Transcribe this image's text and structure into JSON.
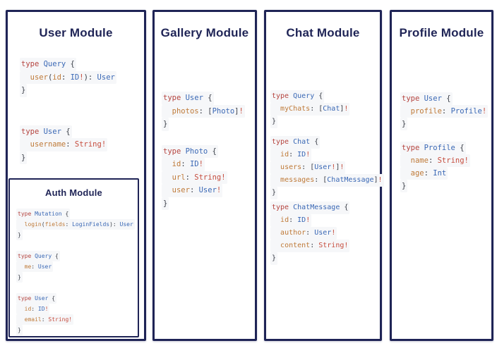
{
  "colors": {
    "background": "#ffffff",
    "border": "#1f2456",
    "title": "#1f2456",
    "keyword": "#b5443f",
    "typename": "#3a68b5",
    "field": "#bf7a38",
    "scalar": "#c64d3e",
    "bang": "#c64d3e",
    "punct": "#3c4049",
    "line_bg": "#f6f7f9"
  },
  "modules": [
    {
      "id": "user",
      "title": "User Module",
      "blocks": [
        [
          [
            [
              "k",
              "type "
            ],
            [
              "n",
              "Query "
            ],
            [
              "p",
              "{"
            ]
          ],
          [
            [
              "p",
              "  "
            ],
            [
              "f",
              "user"
            ],
            [
              "p",
              "("
            ],
            [
              "f",
              "id"
            ],
            [
              "p",
              ": "
            ],
            [
              "n",
              "ID"
            ],
            [
              "b",
              "!"
            ],
            [
              "p",
              "): "
            ],
            [
              "n",
              "User"
            ]
          ],
          [
            [
              "p",
              "}"
            ]
          ]
        ],
        [
          [
            [
              "k",
              "type "
            ],
            [
              "n",
              "User "
            ],
            [
              "p",
              "{"
            ]
          ],
          [
            [
              "p",
              "  "
            ],
            [
              "f",
              "username"
            ],
            [
              "p",
              ": "
            ],
            [
              "s",
              "String"
            ],
            [
              "b",
              "!"
            ]
          ],
          [
            [
              "p",
              "}"
            ]
          ]
        ]
      ],
      "submodule": {
        "id": "auth",
        "title": "Auth Module",
        "blocks": [
          [
            [
              [
                "k",
                "type "
              ],
              [
                "n",
                "Mutation "
              ],
              [
                "p",
                "{"
              ]
            ],
            [
              [
                "p",
                "  "
              ],
              [
                "f",
                "login"
              ],
              [
                "p",
                "("
              ],
              [
                "f",
                "fields"
              ],
              [
                "p",
                ": "
              ],
              [
                "n",
                "LoginFields"
              ],
              [
                "p",
                "): "
              ],
              [
                "n",
                "User"
              ]
            ],
            [
              [
                "p",
                "}"
              ]
            ]
          ],
          [
            [
              [
                "k",
                "type "
              ],
              [
                "n",
                "Query "
              ],
              [
                "p",
                "{"
              ]
            ],
            [
              [
                "p",
                "  "
              ],
              [
                "f",
                "me"
              ],
              [
                "p",
                ": "
              ],
              [
                "n",
                "User"
              ]
            ],
            [
              [
                "p",
                "}"
              ]
            ]
          ],
          [
            [
              [
                "k",
                "type "
              ],
              [
                "n",
                "User "
              ],
              [
                "p",
                "{"
              ]
            ],
            [
              [
                "p",
                "  "
              ],
              [
                "f",
                "id"
              ],
              [
                "p",
                ": "
              ],
              [
                "n",
                "ID"
              ],
              [
                "b",
                "!"
              ]
            ],
            [
              [
                "p",
                "  "
              ],
              [
                "f",
                "email"
              ],
              [
                "p",
                ": "
              ],
              [
                "s",
                "String"
              ],
              [
                "b",
                "!"
              ]
            ],
            [
              [
                "p",
                "}"
              ]
            ]
          ]
        ]
      }
    },
    {
      "id": "gallery",
      "title": "Gallery Module",
      "blocks": [
        [
          [
            [
              "k",
              "type "
            ],
            [
              "n",
              "User "
            ],
            [
              "p",
              "{"
            ]
          ],
          [
            [
              "p",
              "  "
            ],
            [
              "f",
              "photos"
            ],
            [
              "p",
              ": ["
            ],
            [
              "n",
              "Photo"
            ],
            [
              "p",
              "]"
            ],
            [
              "b",
              "!"
            ]
          ],
          [
            [
              "p",
              "}"
            ]
          ]
        ],
        [
          [
            [
              "k",
              "type "
            ],
            [
              "n",
              "Photo "
            ],
            [
              "p",
              "{"
            ]
          ],
          [
            [
              "p",
              "  "
            ],
            [
              "f",
              "id"
            ],
            [
              "p",
              ": "
            ],
            [
              "n",
              "ID"
            ],
            [
              "b",
              "!"
            ]
          ],
          [
            [
              "p",
              "  "
            ],
            [
              "f",
              "url"
            ],
            [
              "p",
              ": "
            ],
            [
              "s",
              "String"
            ],
            [
              "b",
              "!"
            ]
          ],
          [
            [
              "p",
              "  "
            ],
            [
              "f",
              "user"
            ],
            [
              "p",
              ": "
            ],
            [
              "n",
              "User"
            ],
            [
              "b",
              "!"
            ]
          ],
          [
            [
              "p",
              "}"
            ]
          ]
        ]
      ]
    },
    {
      "id": "chat",
      "title": "Chat Module",
      "blocks": [
        [
          [
            [
              "k",
              "type "
            ],
            [
              "n",
              "Query "
            ],
            [
              "p",
              "{"
            ]
          ],
          [
            [
              "p",
              "  "
            ],
            [
              "f",
              "myChats"
            ],
            [
              "p",
              ": ["
            ],
            [
              "n",
              "Chat"
            ],
            [
              "p",
              "]"
            ],
            [
              "b",
              "!"
            ]
          ],
          [
            [
              "p",
              "}"
            ]
          ]
        ],
        [
          [
            [
              "k",
              "type "
            ],
            [
              "n",
              "Chat "
            ],
            [
              "p",
              "{"
            ]
          ],
          [
            [
              "p",
              "  "
            ],
            [
              "f",
              "id"
            ],
            [
              "p",
              ": "
            ],
            [
              "n",
              "ID"
            ],
            [
              "b",
              "!"
            ]
          ],
          [
            [
              "p",
              "  "
            ],
            [
              "f",
              "users"
            ],
            [
              "p",
              ": ["
            ],
            [
              "n",
              "User"
            ],
            [
              "b",
              "!"
            ],
            [
              "p",
              "]"
            ],
            [
              "b",
              "!"
            ]
          ],
          [
            [
              "p",
              "  "
            ],
            [
              "f",
              "messages"
            ],
            [
              "p",
              ": ["
            ],
            [
              "n",
              "ChatMessage"
            ],
            [
              "p",
              "]"
            ],
            [
              "b",
              "!"
            ]
          ],
          [
            [
              "p",
              "}"
            ]
          ]
        ],
        [
          [
            [
              "k",
              "type "
            ],
            [
              "n",
              "ChatMessage "
            ],
            [
              "p",
              "{"
            ]
          ],
          [
            [
              "p",
              "  "
            ],
            [
              "f",
              "id"
            ],
            [
              "p",
              ": "
            ],
            [
              "n",
              "ID"
            ],
            [
              "b",
              "!"
            ]
          ],
          [
            [
              "p",
              "  "
            ],
            [
              "f",
              "author"
            ],
            [
              "p",
              ": "
            ],
            [
              "n",
              "User"
            ],
            [
              "b",
              "!"
            ]
          ],
          [
            [
              "p",
              "  "
            ],
            [
              "f",
              "content"
            ],
            [
              "p",
              ": "
            ],
            [
              "s",
              "String"
            ],
            [
              "b",
              "!"
            ]
          ],
          [
            [
              "p",
              "}"
            ]
          ]
        ]
      ]
    },
    {
      "id": "profile",
      "title": "Profile Module",
      "blocks": [
        [
          [
            [
              "k",
              "type "
            ],
            [
              "n",
              "User "
            ],
            [
              "p",
              "{"
            ]
          ],
          [
            [
              "p",
              "  "
            ],
            [
              "f",
              "profile"
            ],
            [
              "p",
              ": "
            ],
            [
              "n",
              "Profile"
            ],
            [
              "b",
              "!"
            ]
          ],
          [
            [
              "p",
              "}"
            ]
          ]
        ],
        [
          [
            [
              "k",
              "type "
            ],
            [
              "n",
              "Profile "
            ],
            [
              "p",
              "{"
            ]
          ],
          [
            [
              "p",
              "  "
            ],
            [
              "f",
              "name"
            ],
            [
              "p",
              ": "
            ],
            [
              "s",
              "String"
            ],
            [
              "b",
              "!"
            ]
          ],
          [
            [
              "p",
              "  "
            ],
            [
              "f",
              "age"
            ],
            [
              "p",
              ": "
            ],
            [
              "n",
              "Int"
            ]
          ],
          [
            [
              "p",
              "}"
            ]
          ]
        ]
      ]
    }
  ]
}
